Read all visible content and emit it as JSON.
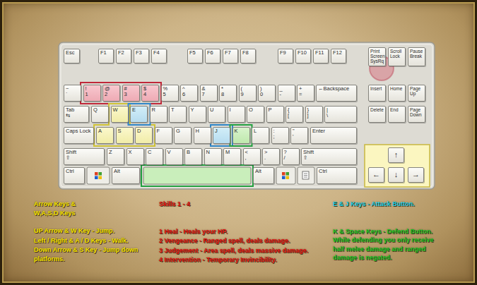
{
  "diagram": {
    "nodes": [
      {
        "text": [
          "Esc"
        ]
      },
      {
        "text": [
          "F1"
        ]
      },
      {
        "text": [
          "F2"
        ]
      },
      {
        "text": [
          "F3"
        ]
      },
      {
        "text": [
          "F4"
        ]
      },
      {
        "text": [
          "F5"
        ]
      },
      {
        "text": [
          "F6"
        ]
      },
      {
        "text": [
          "F7"
        ]
      },
      {
        "text": [
          "F8"
        ]
      },
      {
        "text": [
          "F9"
        ]
      },
      {
        "text": [
          "F10"
        ]
      },
      {
        "text": [
          "F11"
        ]
      },
      {
        "text": [
          "F12"
        ]
      },
      {
        "text": [
          "Print Screen SysRq"
        ]
      },
      {
        "text": [
          "Scroll Lock"
        ]
      },
      {
        "text": [
          "Pause Break"
        ]
      },
      {
        "text": [
          "~",
          "`"
        ]
      },
      {
        "text": [
          "!",
          "1"
        ]
      },
      {
        "text": [
          "@",
          "2"
        ]
      },
      {
        "text": [
          "#",
          "3"
        ]
      },
      {
        "text": [
          "$",
          "4"
        ]
      },
      {
        "text": [
          "%",
          "5"
        ]
      },
      {
        "text": [
          "^",
          "6"
        ]
      },
      {
        "text": [
          "&",
          "7"
        ]
      },
      {
        "text": [
          "*",
          "8"
        ]
      },
      {
        "text": [
          "(",
          "9"
        ]
      },
      {
        "text": [
          ")",
          "0"
        ]
      },
      {
        "text": [
          "_",
          "-"
        ]
      },
      {
        "text": [
          "+",
          "="
        ]
      },
      {
        "text": [
          "←Backspace"
        ]
      },
      {
        "text": [
          "Insert"
        ]
      },
      {
        "text": [
          "Home"
        ]
      },
      {
        "text": [
          "Page Up"
        ]
      },
      {
        "text": [
          "Tab",
          "⇆"
        ]
      },
      {
        "text": [
          "Q"
        ]
      },
      {
        "text": [
          "W"
        ]
      },
      {
        "text": [
          "E"
        ]
      },
      {
        "text": [
          "R"
        ]
      },
      {
        "text": [
          "T"
        ]
      },
      {
        "text": [
          "Y"
        ]
      },
      {
        "text": [
          "U"
        ]
      },
      {
        "text": [
          "I"
        ]
      },
      {
        "text": [
          "O"
        ]
      },
      {
        "text": [
          "P"
        ]
      },
      {
        "text": [
          "{",
          "["
        ]
      },
      {
        "text": [
          "}",
          "]"
        ]
      },
      {
        "text": [
          "|",
          "\\"
        ]
      },
      {
        "text": [
          "Delete"
        ]
      },
      {
        "text": [
          "End"
        ]
      },
      {
        "text": [
          "Page Down"
        ]
      },
      {
        "text": [
          "Caps Lock"
        ]
      },
      {
        "text": [
          "A"
        ]
      },
      {
        "text": [
          "S"
        ]
      },
      {
        "text": [
          "D"
        ]
      },
      {
        "text": [
          "F"
        ]
      },
      {
        "text": [
          "G"
        ]
      },
      {
        "text": [
          "H"
        ]
      },
      {
        "text": [
          "J"
        ]
      },
      {
        "text": [
          "K"
        ]
      },
      {
        "text": [
          "L"
        ]
      },
      {
        "text": [
          ":",
          ";"
        ]
      },
      {
        "text": [
          "\"",
          "'"
        ]
      },
      {
        "text": [
          "Enter"
        ]
      },
      {
        "text": [
          "Shift",
          "⇧"
        ]
      },
      {
        "text": [
          "Z"
        ]
      },
      {
        "text": [
          "X"
        ]
      },
      {
        "text": [
          "C"
        ]
      },
      {
        "text": [
          "V"
        ]
      },
      {
        "text": [
          "B"
        ]
      },
      {
        "text": [
          "N"
        ]
      },
      {
        "text": [
          "M"
        ]
      },
      {
        "text": [
          "<",
          ","
        ]
      },
      {
        "text": [
          ">",
          "."
        ]
      },
      {
        "text": [
          "?",
          "/"
        ]
      },
      {
        "text": [
          "Shift",
          "⇧"
        ]
      },
      {
        "text": [
          "↑"
        ]
      },
      {
        "text": [
          "Ctrl"
        ]
      },
      {
        "text": [
          "Alt"
        ]
      },
      {
        "text": [
          "Alt"
        ]
      },
      {
        "text": [
          "Ctrl"
        ]
      },
      {
        "text": [
          "←"
        ]
      },
      {
        "text": [
          "↓"
        ]
      },
      {
        "text": [
          "→"
        ]
      }
    ],
    "labels": [
      "Arrow Keys & W,A,S,D Keys",
      "UP Arrow & W Key - Jump.",
      "Left / Right & A / D Keys - Walk.",
      "Down Arrow & S Key - Jump down platforms.",
      "Skills 1 - 4",
      "1 Heal - Heals your HP.",
      "2 Vengeance - Ranged spell, deals damage.",
      "3 Judgement - Area spell, deals massive damage.",
      "4 Intervention -  Temporary Invincibility.",
      "E & J Keys - Attack Button.",
      "K & Space Keys - Defend Button. While defending you only receive half melee damage and ranged damage is negated."
    ]
  }
}
